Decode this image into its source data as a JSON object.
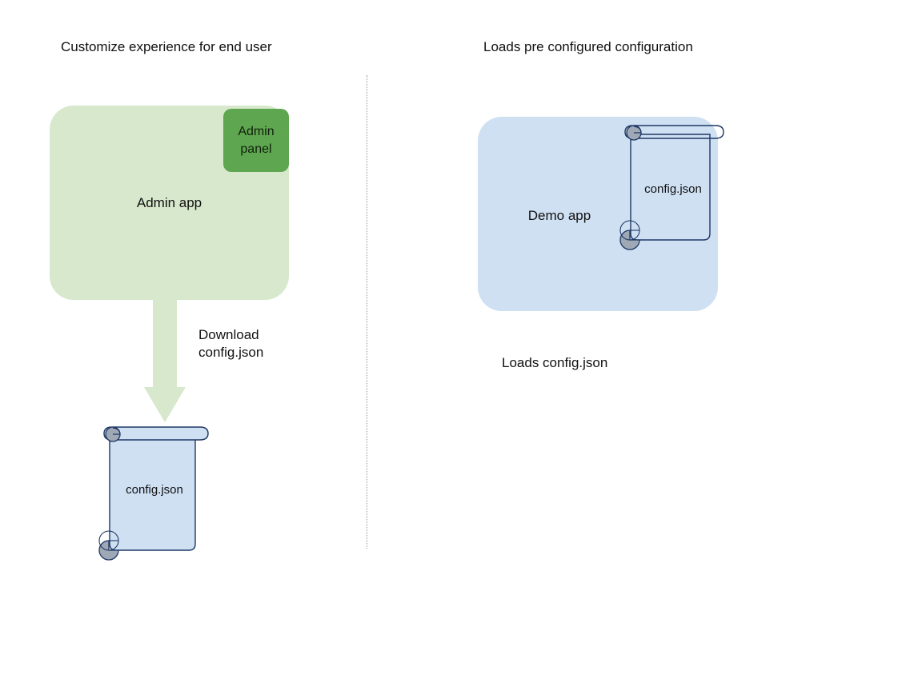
{
  "diagram": {
    "background": "#ffffff",
    "columns": [
      {
        "heading": "Customize experience for end user",
        "app": {
          "label": "Admin app",
          "fill": "#d7e8cc",
          "chip": {
            "label_line1": "Admin",
            "label_line2": "panel",
            "fill": "#5fa650"
          }
        },
        "arrow": {
          "label_line1": "Download",
          "label_line2": "config.json",
          "fill": "#d7e8cc",
          "direction": "down"
        },
        "document": {
          "label": "config.json",
          "fill": "#cfe0f3",
          "stroke": "#1f3864",
          "roll_fill": "#9fa8b5"
        }
      },
      {
        "heading": "Loads pre configured configuration",
        "app": {
          "label": "Demo app",
          "fill": "#cfe0f3"
        },
        "document": {
          "label": "config.json",
          "fill": "transparent",
          "stroke": "#1f3864",
          "roll_fill": "#9fa8b5"
        },
        "caption": "Loads config.json"
      }
    ],
    "divider": {
      "style": "dotted",
      "color": "#9a9a9a"
    }
  }
}
